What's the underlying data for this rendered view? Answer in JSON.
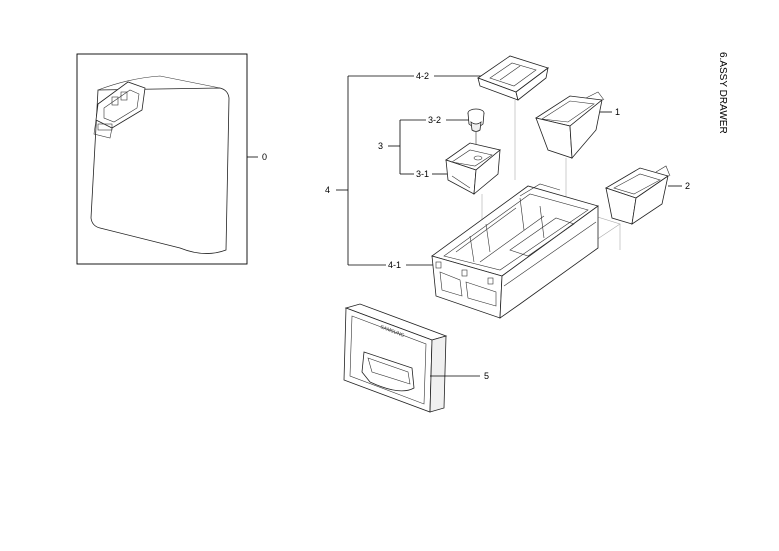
{
  "title": "6.ASSY DRAWER",
  "labels": {
    "l0": "0",
    "l1": "1",
    "l2": "2",
    "l3": "3",
    "l3_1": "3-1",
    "l3_2": "3-2",
    "l4": "4",
    "l4_1": "4-1",
    "l4_2": "4-2",
    "l5": "5"
  },
  "brand_mark": "SAMSUNG"
}
